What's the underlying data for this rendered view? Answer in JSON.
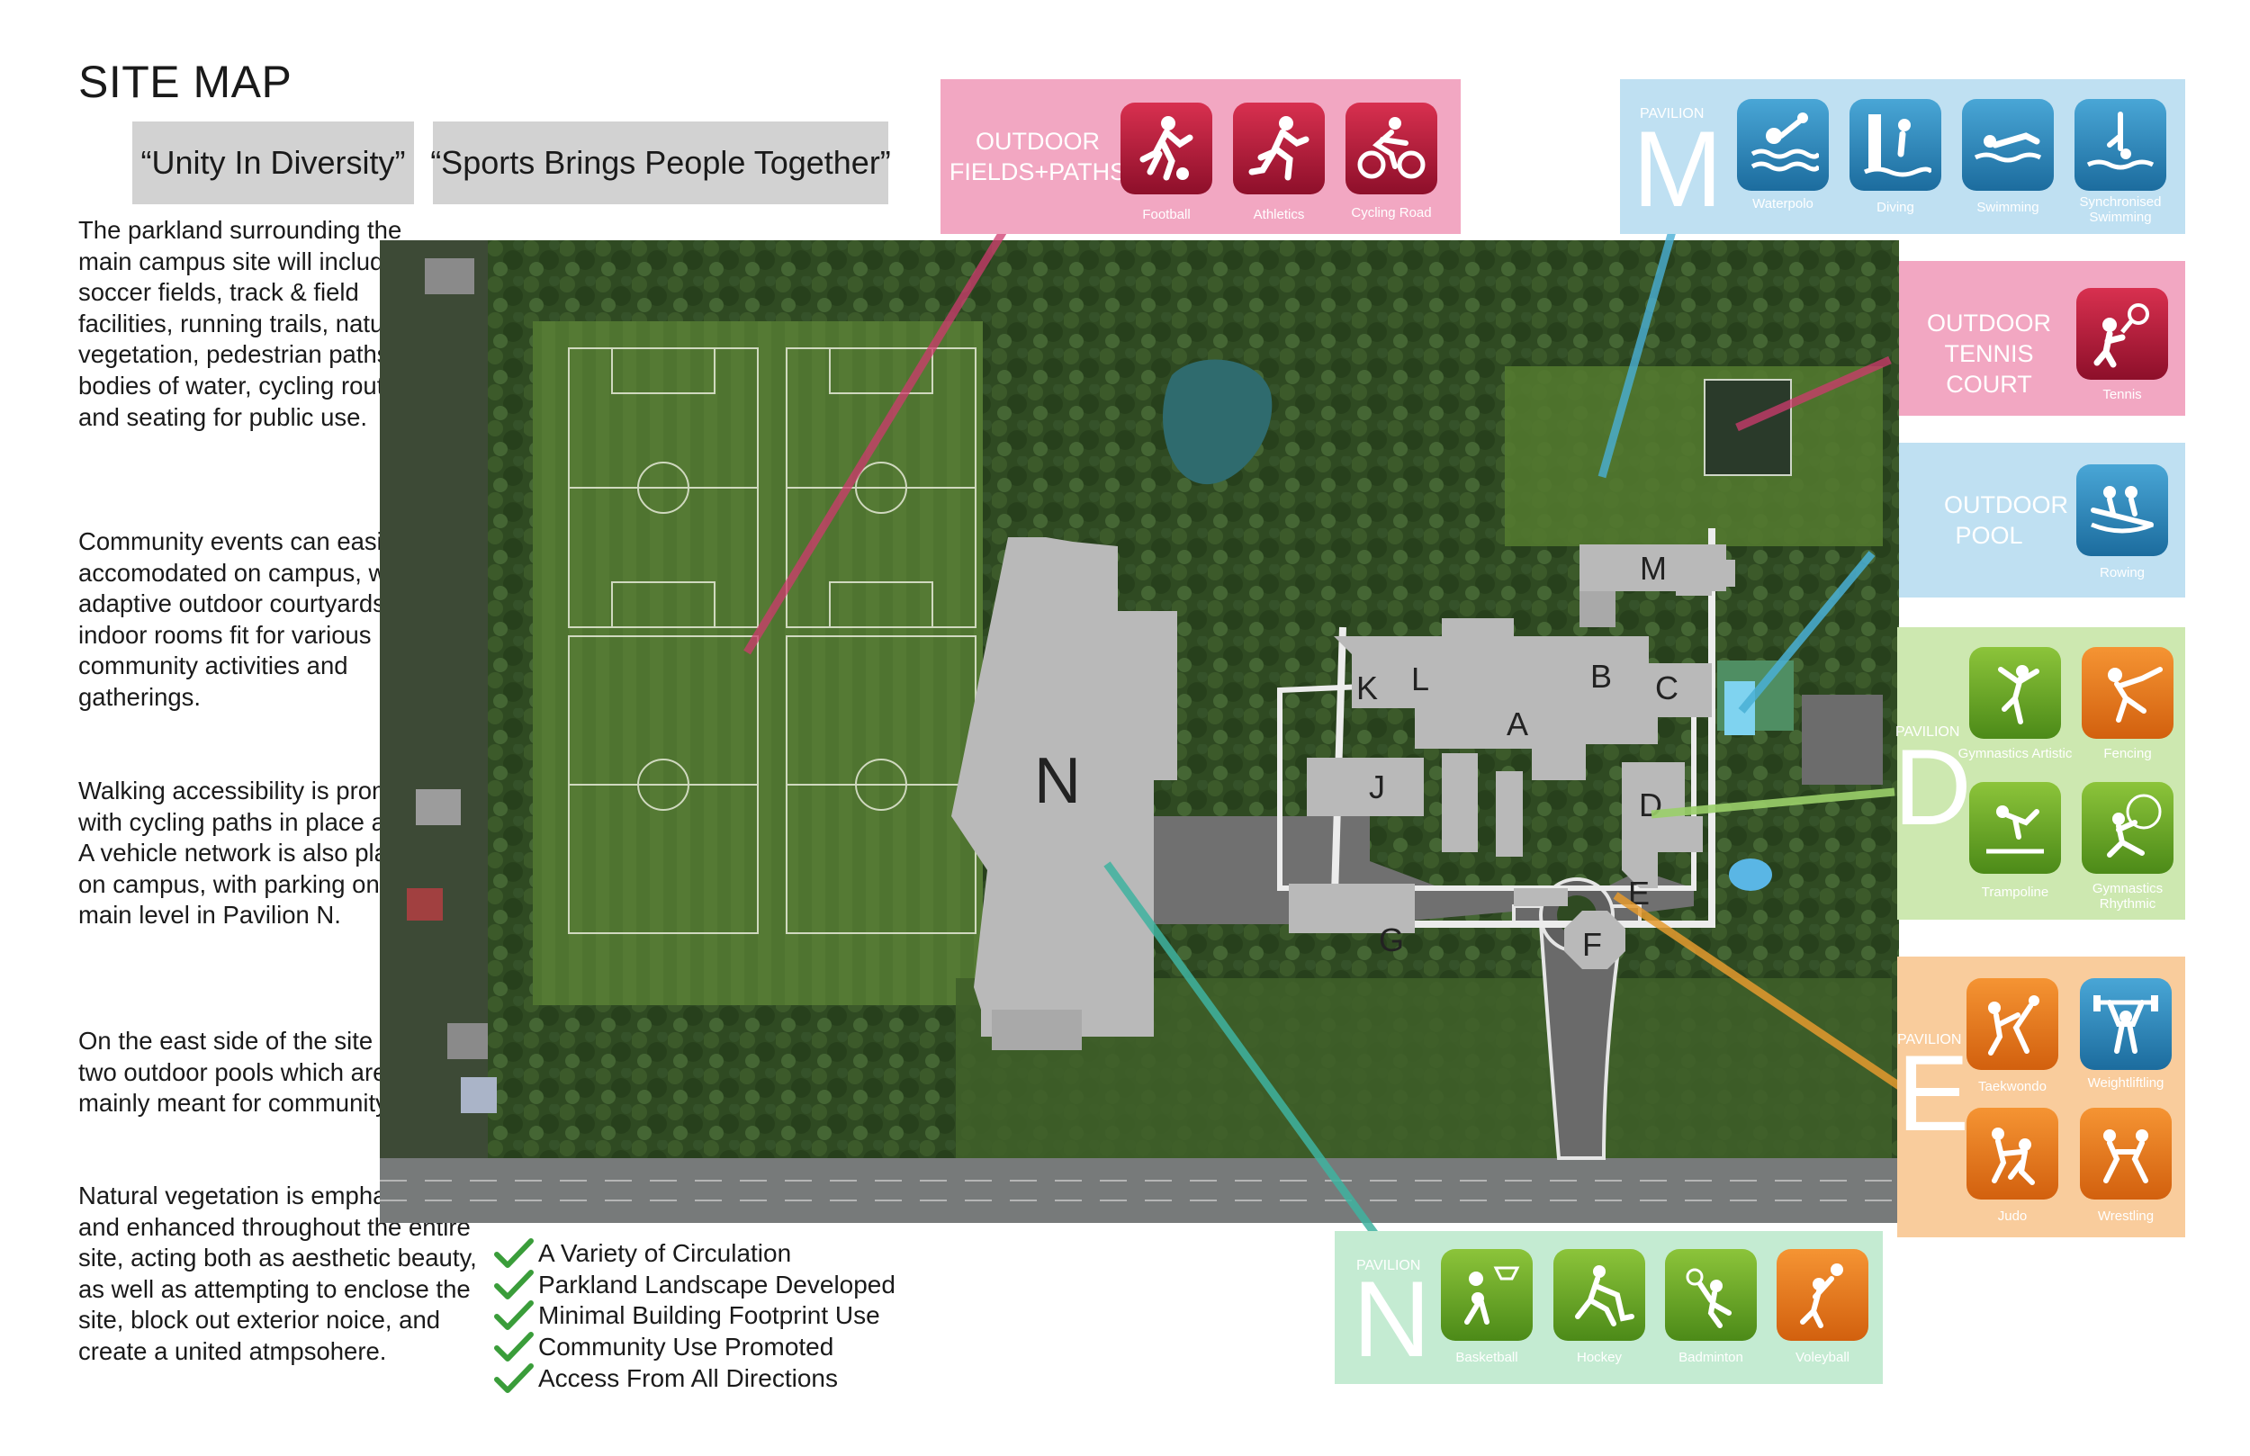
{
  "title": "SITE MAP",
  "mottos": [
    "“Unity In Diversity”",
    "“Sports Brings People Together”"
  ],
  "paragraphs": [
    "The parkland surrounding the main campus site will include soccer fields, track & field facilities, running trails, natural vegetation, pedestrian paths, bodies of water, cycling routes, and seating for public use.",
    "Community events can easily be accomodated on campus, with adaptive outdoor courtyards, and indoor rooms fit for various community activities and gatherings.",
    "Walking accessibility is promoted, with cycling paths in place as well. A vehicle network is also placed on campus, with parking on the main level in Pavilion N.",
    "On the east side of the site are two outdoor pools which are mainly meant for community-use.",
    "Natural vegetation is emphasized and enhanced throughout the entire site, acting both as aesthetic beauty, as well as attempting to enclose the site, block out exterior noice, and create a united atmpsohere."
  ],
  "checklist": [
    "A Variety of Circulation",
    "Parkland Landscape Developed",
    "Minimal Building Footprint Use",
    "Community Use Promoted",
    "Access From All Directions"
  ],
  "map_labels": {
    "N": "N",
    "M": "M",
    "A": "A",
    "B": "B",
    "C": "C",
    "D": "D",
    "E": "E",
    "F": "F",
    "G": "G",
    "J": "J",
    "K": "K",
    "L": "L"
  },
  "panels": {
    "outdoor_fields": {
      "title": "OUTDOOR FIELDS+PATHS",
      "sports": [
        "Football",
        "Athletics",
        "Cycling Road"
      ]
    },
    "pavilion_m": {
      "small": "PAVILION",
      "letter": "M",
      "sports": [
        "Waterpolo",
        "Diving",
        "Swimming",
        "Synchronised Swimming"
      ]
    },
    "tennis": {
      "title": "OUTDOOR TENNIS COURT",
      "sports": [
        "Tennis"
      ]
    },
    "pool": {
      "title": "OUTDOOR POOL",
      "sports": [
        "Rowing"
      ]
    },
    "pavilion_d": {
      "small": "PAVILION",
      "letter": "D",
      "sports": [
        "Gymnastics Artistic",
        "Fencing",
        "Trampoline",
        "Gymnastics Rhythmic"
      ]
    },
    "pavilion_e": {
      "small": "PAVILION",
      "letter": "E",
      "sports": [
        "Taekwondo",
        "Weightliftling",
        "Judo",
        "Wrestling"
      ]
    },
    "pavilion_n": {
      "small": "PAVILION",
      "letter": "N",
      "sports": [
        "Basketball",
        "Hockey",
        "Badminton",
        "Voleyball"
      ]
    }
  },
  "colors": {
    "pink": "#f2a7c2",
    "blue": "#bfe0f2",
    "green": "#cde8b0",
    "orange": "#f9cc9c",
    "teal": "#c4ebd2",
    "check": "#3a9d3a"
  }
}
